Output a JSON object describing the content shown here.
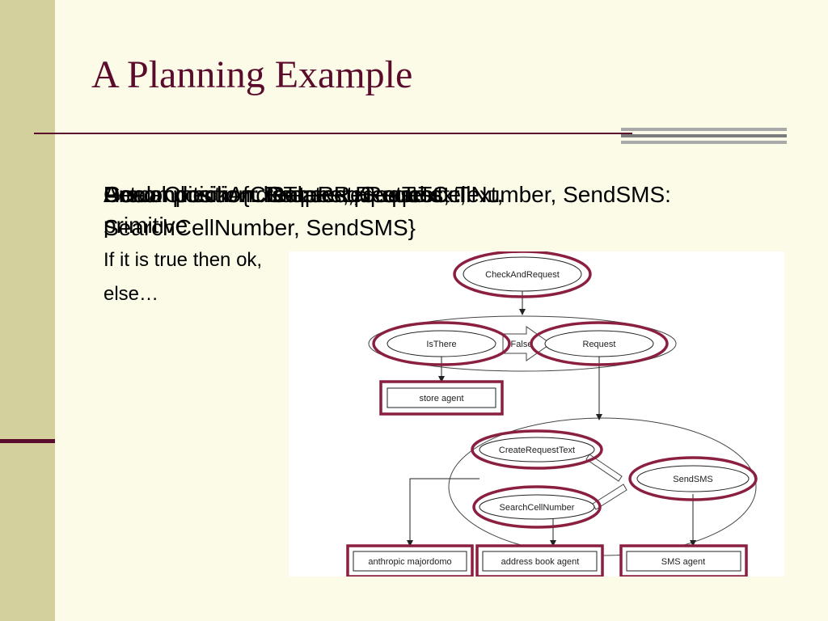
{
  "slide": {
    "title": "A Planning Example",
    "overlapping_lines": [
      "Goal: CheckAndRequest, Request Text,",
      "Decomposition: IsThere, Request",
      "Decomposition: CreateRequestText,",
      "Actual position: Request, SearchCellNumber, SendSMS:",
      "Precondition: {CreateRequestText,",
      "primitive",
      "SearchCellNumber, SendSMS}"
    ],
    "body_lines": [
      "If it is true then ok,",
      "else…"
    ]
  },
  "diagram": {
    "nodes": {
      "check_and_request": "CheckAndRequest",
      "is_there": "IsThere",
      "false_label": "False",
      "request": "Request",
      "store_agent": "store agent",
      "create_request_text": "CreateRequestText",
      "send_sms": "SendSMS",
      "search_cell_number": "SearchCellNumber",
      "anthropic_majordomo": "anthropic majordomo",
      "address_book_agent": "address book agent",
      "sms_agent": "SMS agent"
    },
    "colors": {
      "highlight": "#8b1f3f",
      "line": "#222222"
    }
  }
}
